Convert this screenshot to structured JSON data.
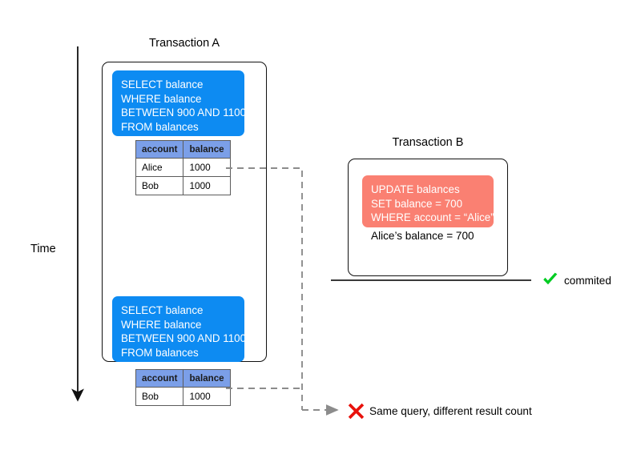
{
  "diagram": {
    "title_time_axis": "Time",
    "transaction_a": {
      "title": "Transaction A",
      "query_first": "SELECT balance\nWHERE balance\nBETWEEN 900 AND 1100\nFROM balances",
      "query_second": "SELECT balance\nWHERE balance\nBETWEEN 900 AND 1100\nFROM balances",
      "result_first": {
        "columns": [
          "account",
          "balance"
        ],
        "rows": [
          [
            "Alice",
            "1000"
          ],
          [
            "Bob",
            "1000"
          ]
        ]
      },
      "result_second": {
        "columns": [
          "account",
          "balance"
        ],
        "rows": [
          [
            "Bob",
            "1000"
          ]
        ]
      }
    },
    "transaction_b": {
      "title": "Transaction B",
      "query": "UPDATE balances\nSET balance = 700\nWHERE account = “Alice”",
      "note": "Alice’s balance = 700"
    },
    "status_commit": {
      "icon": "green-check-icon",
      "label": "commited",
      "color": "#00CC22"
    },
    "status_problem": {
      "icon": "red-cross-icon",
      "label": "Same query, different result count",
      "color": "#E8120C"
    },
    "colors": {
      "sql_blue": "#0D8BF2",
      "sql_red": "#FA8072",
      "table_header": "#7B9FE8",
      "box_border": "#111111",
      "connector_dash": "#8C8C8C"
    }
  }
}
